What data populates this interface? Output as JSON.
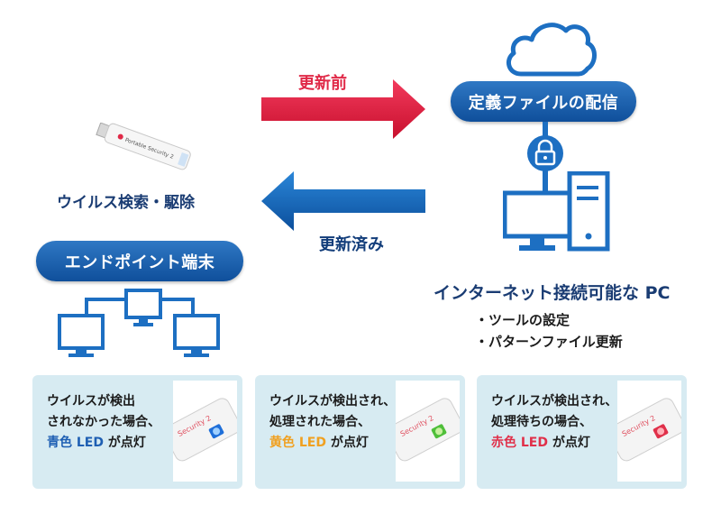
{
  "arrows": {
    "before_label": "更新前",
    "after_label": "更新済み"
  },
  "cloud": {
    "pill_label": "定義ファイルの配信"
  },
  "usb": {
    "caption": "ウイルス検索・駆除",
    "stick_text": "Portable Security 2"
  },
  "endpoint": {
    "pill_label": "エンドポイント端末"
  },
  "pc": {
    "title": "インターネット接続可能な PC",
    "bullets": [
      "・ツールの設定",
      "・パターンファイル更新"
    ]
  },
  "cards": [
    {
      "lines": [
        "ウイルスが検出",
        "されなかった場合、"
      ],
      "led_label": "青色 LED",
      "suffix": " が点灯",
      "led_color": "#1e5fb3",
      "photo_text": "Security 2"
    },
    {
      "lines": [
        "ウイルスが検出され、",
        "処理された場合、"
      ],
      "led_label": "黄色 LED",
      "suffix": " が点灯",
      "led_color": "#f0a020",
      "photo_text": "Security 2"
    },
    {
      "lines": [
        "ウイルスが検出され、",
        "処理待ちの場合、"
      ],
      "led_label": "赤色 LED",
      "suffix": " が点灯",
      "led_color": "#e0304a",
      "photo_text": "Security 2"
    }
  ],
  "colors": {
    "accent_blue": "#1565b8",
    "arrow_red": "#e3234a",
    "card_bg": "#d7ebf2",
    "navy_text": "#123d7a"
  }
}
